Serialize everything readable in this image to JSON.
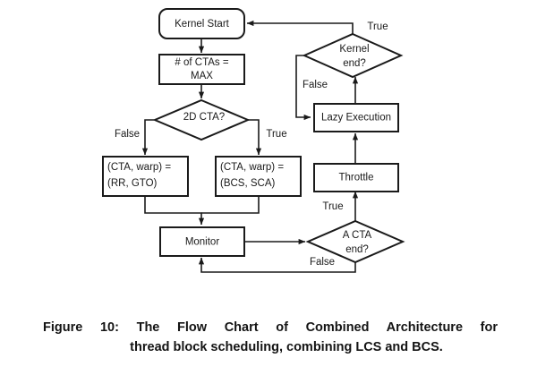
{
  "figure": {
    "caption_line1": "Figure 10: The Flow Chart of Combined Architecture for",
    "caption_line2": "thread block scheduling, combining LCS and BCS."
  },
  "diagram": {
    "type": "flowchart",
    "title": "The Flow Chart of Combined Architecture for thread block scheduling, combining LCS and BCS",
    "nodes": [
      {
        "id": "kernel_start",
        "label": "Kernel Start",
        "shape": "rounded-rect"
      },
      {
        "id": "num_ctas",
        "label_line1": "# of CTAs =",
        "label_line2": "MAX",
        "shape": "rect"
      },
      {
        "id": "is_2d_cta",
        "label": "2D CTA?",
        "shape": "diamond"
      },
      {
        "id": "sched_rr_gto",
        "label_line1": "(CTA, warp) =",
        "label_line2": "(RR, GTO)",
        "shape": "rect"
      },
      {
        "id": "sched_bcs_sca",
        "label_line1": "(CTA, warp) =",
        "label_line2": "(BCS, SCA)",
        "shape": "rect"
      },
      {
        "id": "monitor",
        "label": "Monitor",
        "shape": "rect"
      },
      {
        "id": "a_cta_end",
        "label_line1": "A CTA",
        "label_line2": "end?",
        "shape": "diamond"
      },
      {
        "id": "throttle",
        "label": "Throttle",
        "shape": "rect"
      },
      {
        "id": "lazy_execution",
        "label": "Lazy Execution",
        "shape": "rect"
      },
      {
        "id": "kernel_end",
        "label_line1": "Kernel",
        "label_line2": "end?",
        "shape": "diamond"
      }
    ],
    "edge_labels": {
      "cta2d_false": "False",
      "cta2d_true": "True",
      "acta_true": "True",
      "acta_false": "False",
      "kernelend_true": "True",
      "kernelend_false": "False"
    }
  }
}
